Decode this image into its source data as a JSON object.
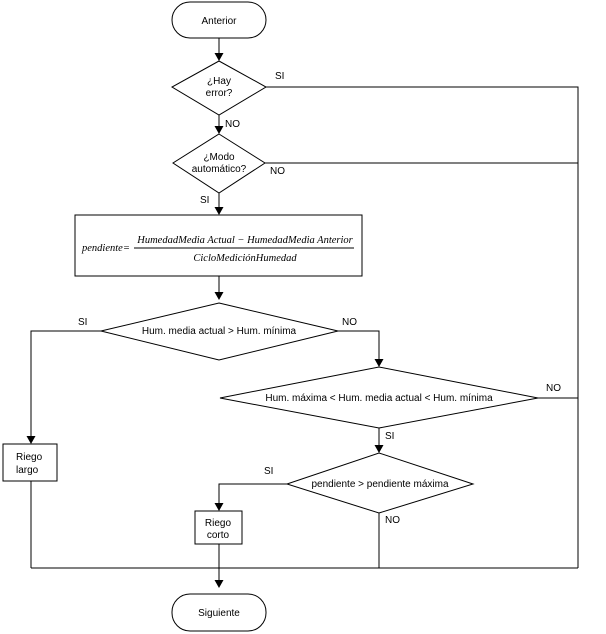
{
  "nodes": {
    "start": "Anterior",
    "q_error": [
      "¿Hay",
      "error?"
    ],
    "q_mode": [
      "¿Modo",
      "automático?"
    ],
    "formula": {
      "lhs": "pendiente=",
      "numerator": "HumedadMedia Actual − HumedadMedia Anterior",
      "denominator": "CicloMediciónHumedad"
    },
    "q_min": "Hum. media actual > Hum. mínima",
    "q_range": "Hum. máxima < Hum. media actual < Hum. mínima",
    "long_irrigation": [
      "Riego",
      "largo"
    ],
    "q_slope": "pendiente > pendiente máxima",
    "short_irrigation": [
      "Riego",
      "corto"
    ],
    "end": "Siguiente"
  },
  "edge_labels": {
    "error_yes": "SI",
    "error_no": "NO",
    "mode_no": "NO",
    "mode_yes": "SI",
    "min_yes": "SI",
    "min_no": "NO",
    "range_no": "NO",
    "range_yes": "SI",
    "slope_yes": "SI",
    "slope_no": "NO"
  }
}
